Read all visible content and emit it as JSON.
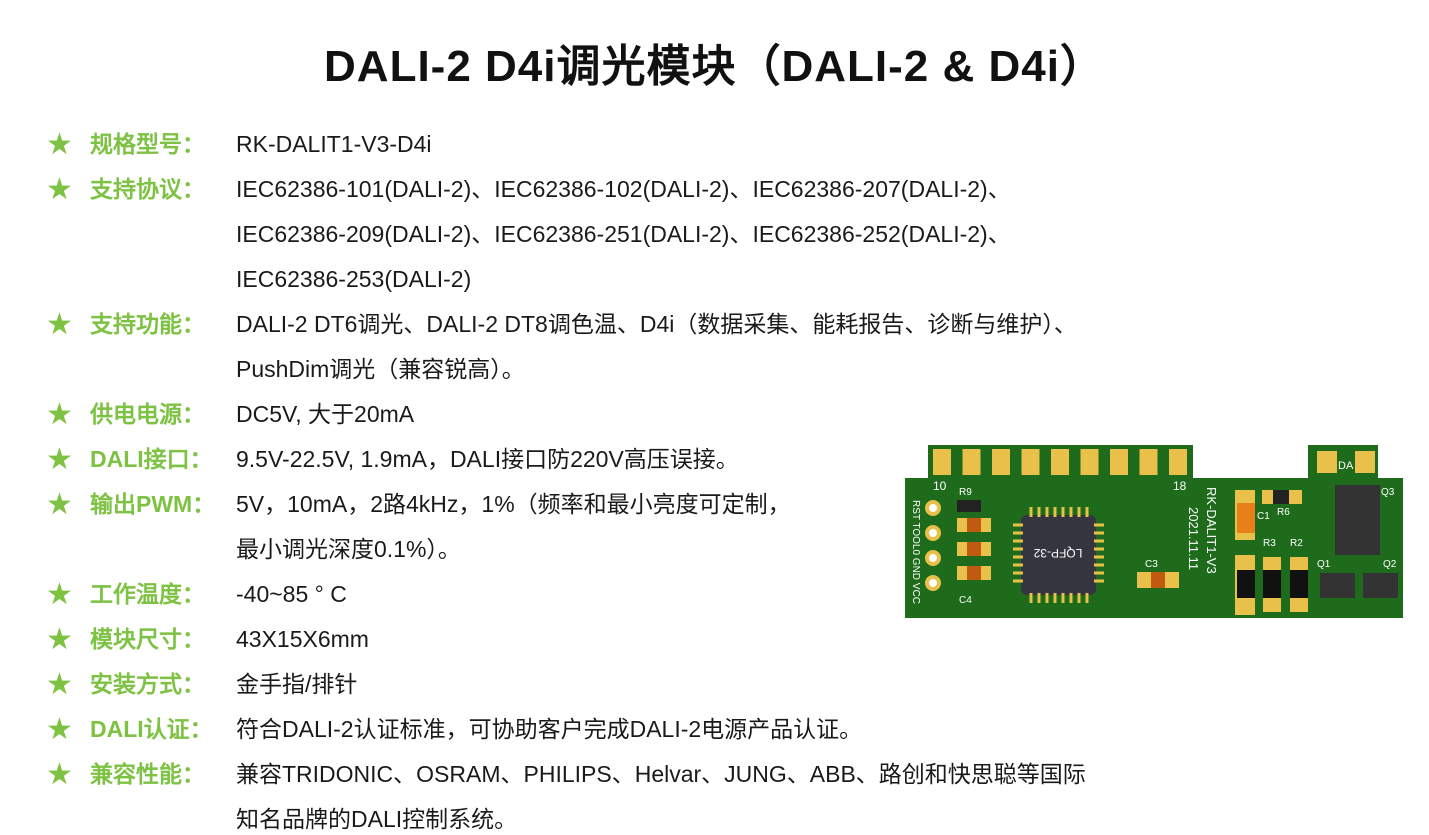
{
  "title": "DALI-2 D4i调光模块（DALI-2 & D4i）",
  "accent_color": "#7dc242",
  "specs": [
    {
      "label": "规格型号：",
      "lines": [
        "RK-DALIT1-V3-D4i"
      ]
    },
    {
      "label": "支持协议：",
      "lines": [
        "IEC62386-101(DALI-2)、IEC62386-102(DALI-2)、IEC62386-207(DALI-2)、",
        "IEC62386-209(DALI-2)、IEC62386-251(DALI-2)、IEC62386-252(DALI-2)、",
        "IEC62386-253(DALI-2)"
      ]
    },
    {
      "label": "支持功能：",
      "lines": [
        "DALI-2 DT6调光、DALI-2 DT8调色温、D4i（数据采集、能耗报告、诊断与维护）、",
        "PushDim调光（兼容锐高）。"
      ]
    },
    {
      "label": "供电电源：",
      "lines": [
        "DC5V, 大于20mA"
      ]
    },
    {
      "label": "DALI接口：",
      "lines": [
        "9.5V-22.5V, 1.9mA，DALI接口防220V高压误接。"
      ]
    },
    {
      "label": "输出PWM：",
      "lines": [
        "5V，10mA，2路4kHz，1%（频率和最小亮度可定制，",
        "最小调光深度0.1%）。"
      ]
    },
    {
      "label": "工作温度：",
      "lines": [
        "-40~85 ° C"
      ]
    },
    {
      "label": "模块尺寸：",
      "lines": [
        "43X15X6mm"
      ]
    },
    {
      "label": "安装方式：",
      "lines": [
        "金手指/排针"
      ]
    },
    {
      "label": "DALI认证：",
      "lines": [
        "符合DALI-2认证标准，可协助客户完成DALI-2电源产品认证。"
      ]
    },
    {
      "label": "兼容性能：",
      "lines": [
        "兼容TRIDONIC、OSRAM、PHILIPS、Helvar、JUNG、ABB、路创和快思聪等国际",
        "知名品牌的DALI控制系统。"
      ]
    }
  ],
  "pcb": {
    "chip": "LQFP-32",
    "board_name": "RK-DALIT1-V3",
    "board_date": "2021.11.11",
    "pin_start": "10",
    "pin_end": "18",
    "pins": [
      "RST",
      "TOOL0",
      "GND",
      "VCC"
    ],
    "parts": [
      "R9",
      "C4",
      "C3",
      "C1",
      "R6",
      "R3",
      "R2",
      "Q1",
      "Q2",
      "Q3"
    ],
    "dali_pad": "DA"
  }
}
